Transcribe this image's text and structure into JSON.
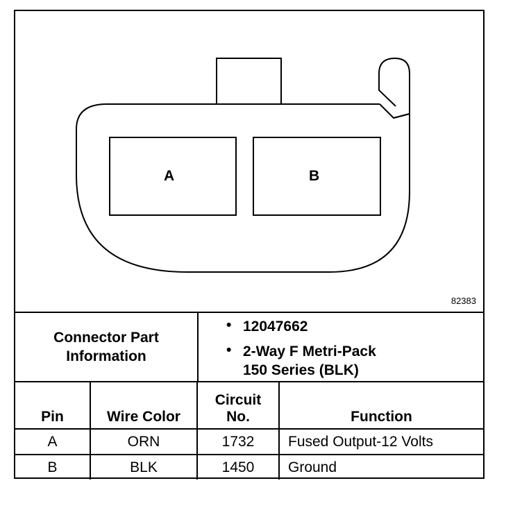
{
  "diagram": {
    "cavity_labels": [
      "A",
      "B"
    ],
    "figure_number": "82383"
  },
  "connector_info": {
    "label_line1": "Connector Part",
    "label_line2": "Information",
    "part_number": "12047662",
    "description_line1": "2-Way F Metri-Pack",
    "description_line2": "150 Series (BLK)"
  },
  "pin_table": {
    "headers": {
      "pin": "Pin",
      "wire_color": "Wire Color",
      "circuit_line1": "Circuit",
      "circuit_line2": "No.",
      "function": "Function"
    },
    "rows": [
      {
        "pin": "A",
        "wire_color": "ORN",
        "circuit": "1732",
        "function": "Fused Output-12 Volts"
      },
      {
        "pin": "B",
        "wire_color": "BLK",
        "circuit": "1450",
        "function": "Ground"
      }
    ]
  }
}
